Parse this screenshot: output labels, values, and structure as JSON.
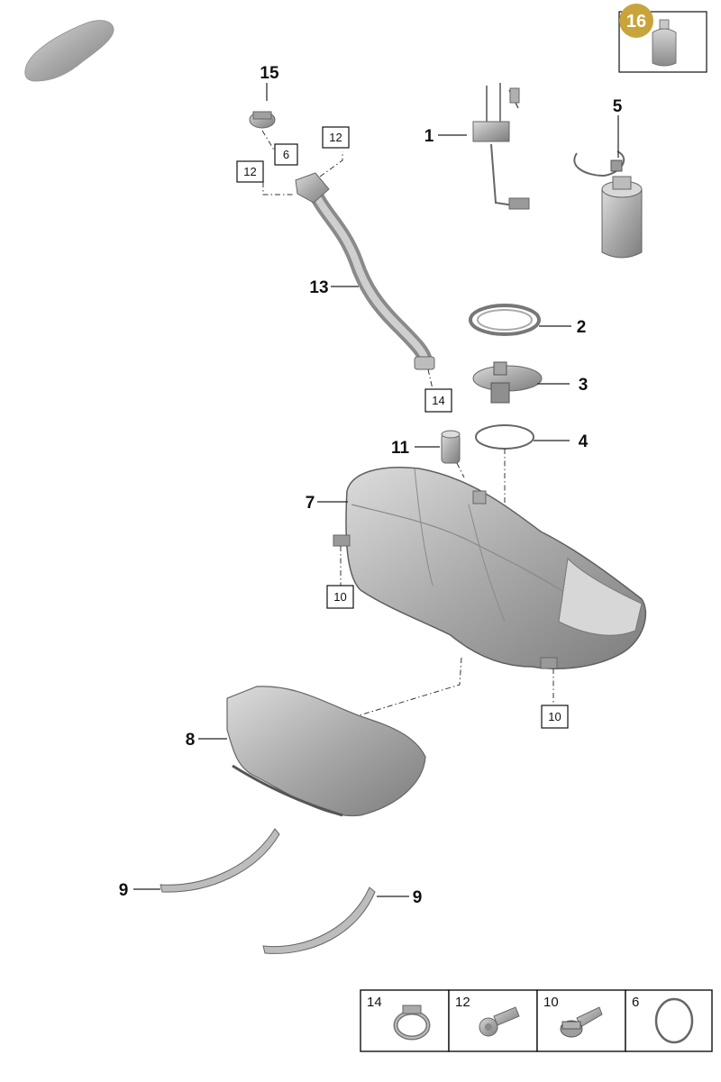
{
  "callouts": [
    {
      "id": "c1",
      "label": "1"
    },
    {
      "id": "c2",
      "label": "2"
    },
    {
      "id": "c3",
      "label": "3"
    },
    {
      "id": "c4",
      "label": "4"
    },
    {
      "id": "c5",
      "label": "5"
    },
    {
      "id": "c7",
      "label": "7"
    },
    {
      "id": "c8",
      "label": "8"
    },
    {
      "id": "c9a",
      "label": "9"
    },
    {
      "id": "c9b",
      "label": "9"
    },
    {
      "id": "c11",
      "label": "11"
    },
    {
      "id": "c13",
      "label": "13"
    },
    {
      "id": "c15",
      "label": "15"
    }
  ],
  "boxed_refs": [
    {
      "id": "r6",
      "label": "6"
    },
    {
      "id": "r12a",
      "label": "12"
    },
    {
      "id": "r12b",
      "label": "12"
    },
    {
      "id": "r14",
      "label": "14"
    },
    {
      "id": "r10a",
      "label": "10"
    },
    {
      "id": "r10b",
      "label": "10"
    }
  ],
  "badge": {
    "label": "16",
    "color": "#c9a43a"
  },
  "legend": [
    {
      "label": "14",
      "part": "hose-clamp"
    },
    {
      "label": "12",
      "part": "hex-bolt-short"
    },
    {
      "label": "10",
      "part": "flange-bolt"
    },
    {
      "label": "6",
      "part": "o-ring"
    }
  ],
  "colors": {
    "part_fill": "#b8b8b8",
    "part_dark": "#8e8e8e",
    "line": "#222222"
  }
}
